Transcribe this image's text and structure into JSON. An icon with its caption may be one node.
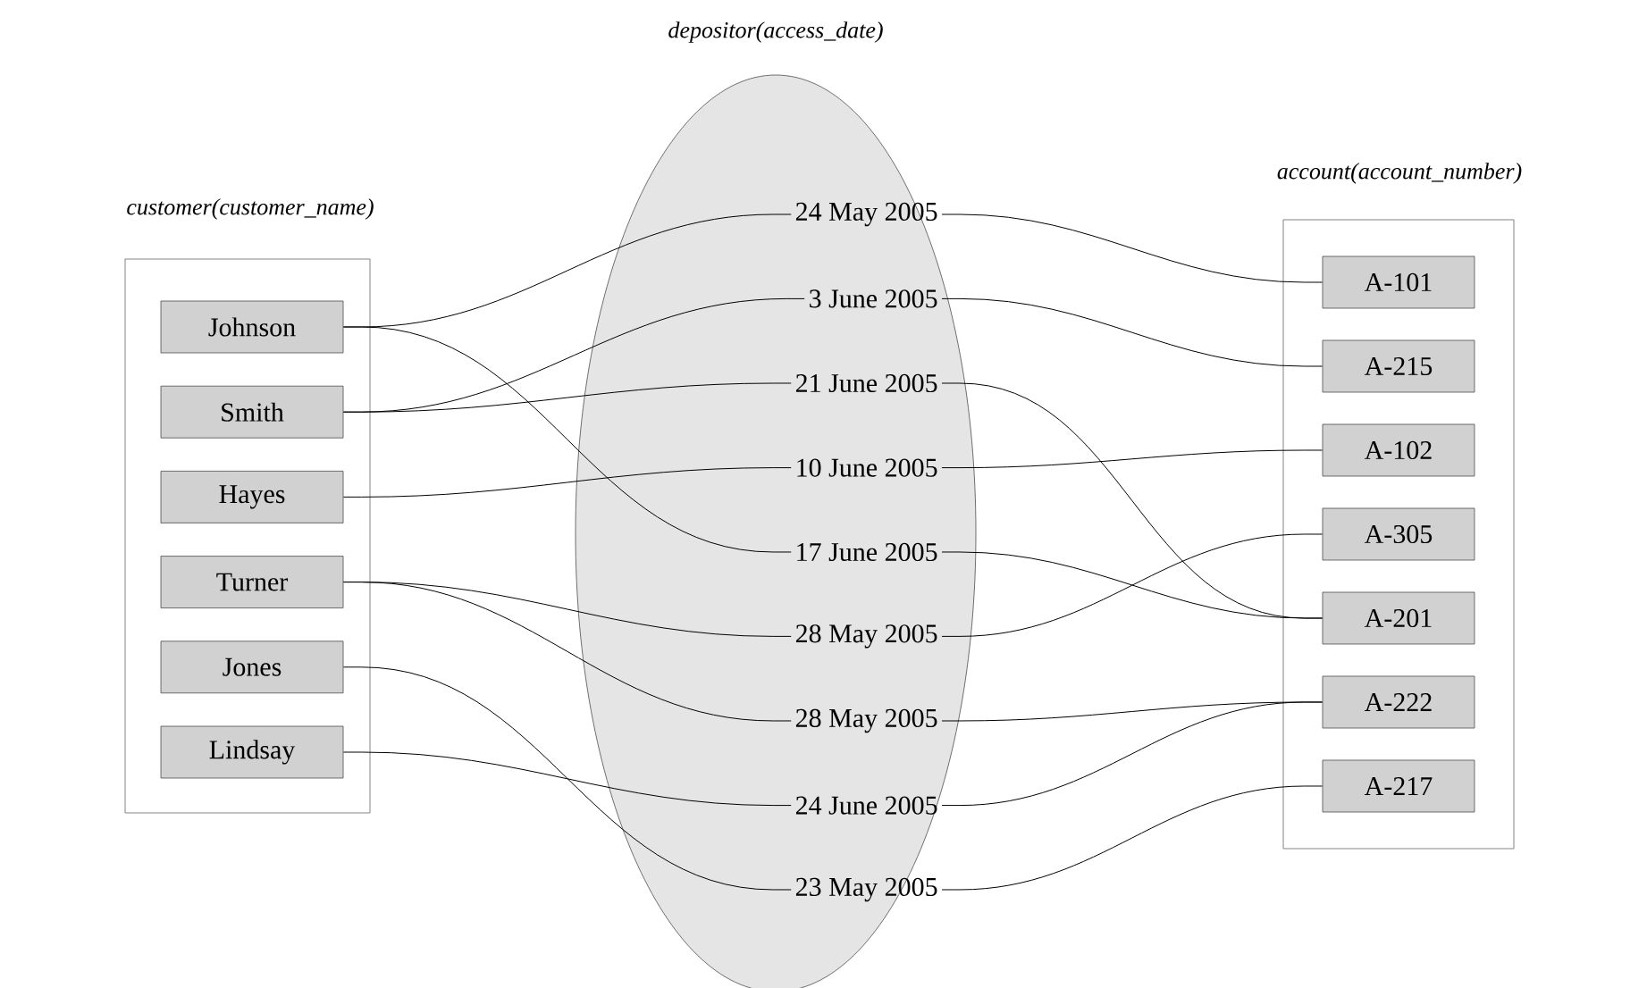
{
  "diagram": {
    "nodes": [
      {
        "text": [
          "customer(customer_name)"
        ]
      },
      {
        "text": [
          "Johnson"
        ],
        "in": 0
      },
      {
        "text": [
          "Smith"
        ],
        "in": 0
      },
      {
        "text": [
          "Hayes"
        ],
        "in": 0
      },
      {
        "text": [
          "Turner"
        ],
        "in": 0
      },
      {
        "text": [
          "Jones"
        ],
        "in": 0
      },
      {
        "text": [
          "Lindsay"
        ],
        "in": 0
      },
      {
        "text": [
          "depositor(access_date)"
        ]
      },
      {
        "text": [
          "24 May 2005"
        ],
        "in": 7
      },
      {
        "text": [
          "3 June 2005"
        ],
        "in": 7
      },
      {
        "text": [
          "21 June 2005"
        ],
        "in": 7
      },
      {
        "text": [
          "10 June 2005"
        ],
        "in": 7
      },
      {
        "text": [
          "17 June 2005"
        ],
        "in": 7
      },
      {
        "text": [
          "28 May 2005"
        ],
        "in": 7
      },
      {
        "text": [
          "28 May 2005"
        ],
        "in": 7
      },
      {
        "text": [
          "24 June 2005"
        ],
        "in": 7
      },
      {
        "text": [
          "23 May 2005"
        ],
        "in": 7
      },
      {
        "text": [
          "account(account_number)"
        ]
      },
      {
        "text": [
          "A-101"
        ],
        "in": 17
      },
      {
        "text": [
          "A-215"
        ],
        "in": 17
      },
      {
        "text": [
          "A-102"
        ],
        "in": 17
      },
      {
        "text": [
          "A-305"
        ],
        "in": 17
      },
      {
        "text": [
          "A-201"
        ],
        "in": 17
      },
      {
        "text": [
          "A-222"
        ],
        "in": 17
      },
      {
        "text": [
          "A-217"
        ],
        "in": 17
      }
    ],
    "edges": [
      {
        "from": 1,
        "to": 8,
        "arrow": "none"
      },
      {
        "from": 1,
        "to": 12,
        "arrow": "none"
      },
      {
        "from": 2,
        "to": 9,
        "arrow": "none"
      },
      {
        "from": 2,
        "to": 10,
        "arrow": "none"
      },
      {
        "from": 3,
        "to": 11,
        "arrow": "none"
      },
      {
        "from": 4,
        "to": 13,
        "arrow": "none"
      },
      {
        "from": 4,
        "to": 14,
        "arrow": "none"
      },
      {
        "from": 5,
        "to": 16,
        "arrow": "none"
      },
      {
        "from": 6,
        "to": 15,
        "arrow": "none"
      },
      {
        "from": 8,
        "to": 18,
        "arrow": "none"
      },
      {
        "from": 9,
        "to": 19,
        "arrow": "none"
      },
      {
        "from": 10,
        "to": 22,
        "arrow": "none"
      },
      {
        "from": 11,
        "to": 20,
        "arrow": "none"
      },
      {
        "from": 12,
        "to": 22,
        "arrow": "none"
      },
      {
        "from": 13,
        "to": 21,
        "arrow": "none"
      },
      {
        "from": 14,
        "to": 23,
        "arrow": "none"
      },
      {
        "from": 15,
        "to": 23,
        "arrow": "none"
      },
      {
        "from": 16,
        "to": 24,
        "arrow": "none"
      }
    ]
  }
}
